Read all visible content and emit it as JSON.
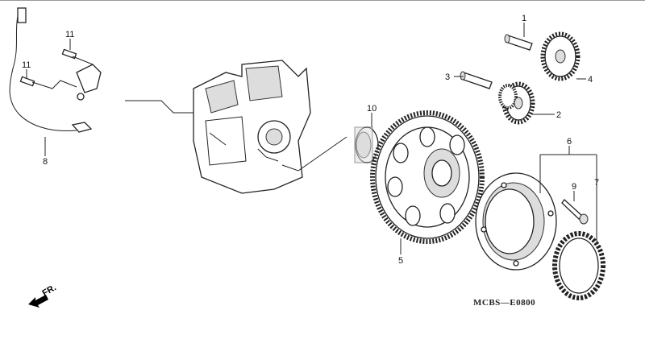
{
  "diagram": {
    "title_code": "MCBS—E0800",
    "front_marker": "FR.",
    "callouts": [
      {
        "id": "callout-11a",
        "label": "11"
      },
      {
        "id": "callout-11b",
        "label": "11"
      },
      {
        "id": "callout-8",
        "label": "8"
      },
      {
        "id": "callout-10",
        "label": "10"
      },
      {
        "id": "callout-5",
        "label": "5"
      },
      {
        "id": "callout-1",
        "label": "1"
      },
      {
        "id": "callout-3",
        "label": "3"
      },
      {
        "id": "callout-4",
        "label": "4"
      },
      {
        "id": "callout-2",
        "label": "2"
      },
      {
        "id": "callout-6",
        "label": "6"
      },
      {
        "id": "callout-9",
        "label": "9"
      },
      {
        "id": "callout-7",
        "label": "7"
      }
    ]
  }
}
